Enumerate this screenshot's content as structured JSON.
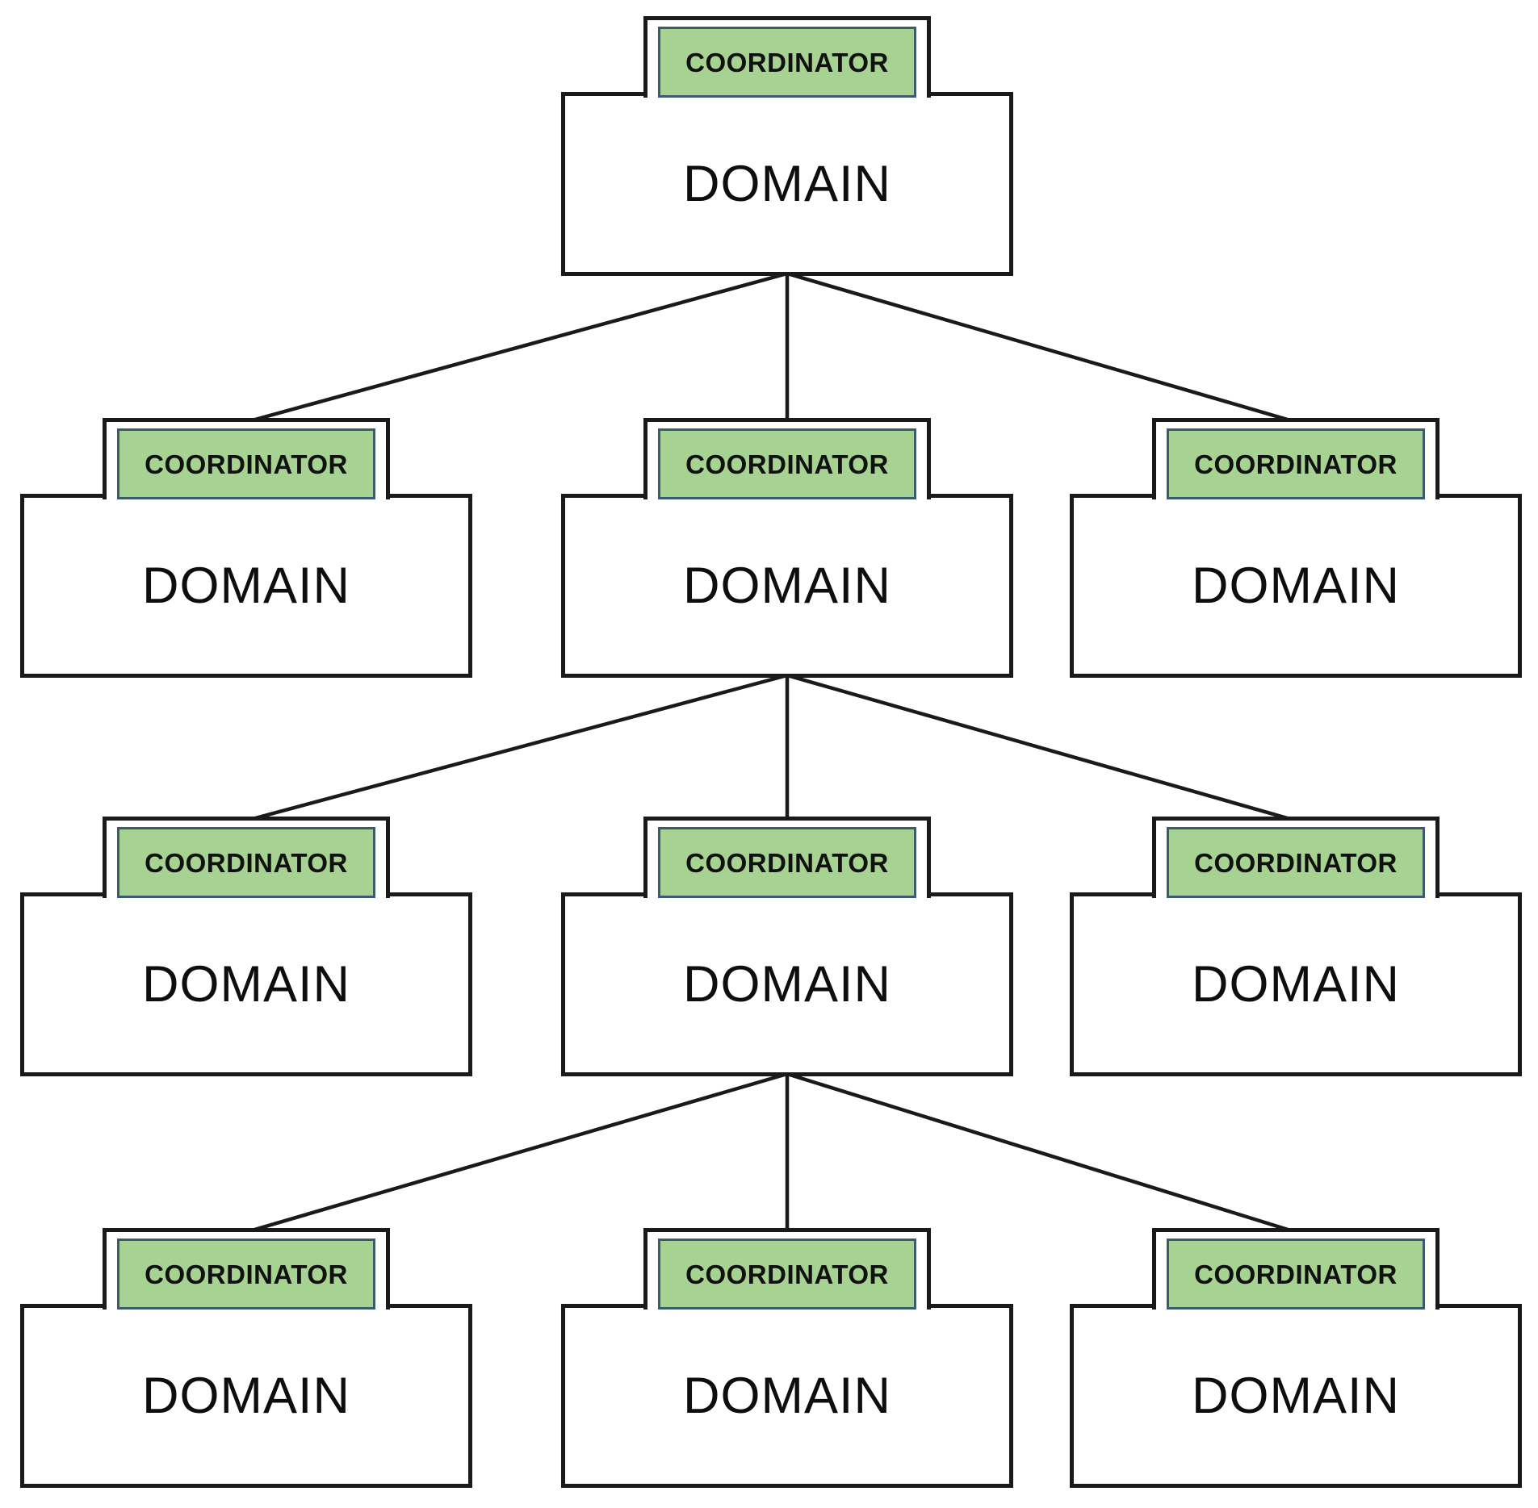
{
  "colors": {
    "canvas-bg": "#ffffff",
    "node-fill": "#ffffff",
    "node-border": "#1a1a1a",
    "connector": "#1a1a1a",
    "tab-fill": "#a6d392",
    "tab-border": "#3e5a6e",
    "tab-text": "#111111",
    "body-text": "#0e0e0e"
  },
  "nodes": [
    {
      "id": 0,
      "level": 1,
      "position": "center",
      "tab": "COORDINATOR",
      "label": "DOMAIN"
    },
    {
      "id": 1,
      "level": 2,
      "position": "left",
      "tab": "COORDINATOR",
      "label": "DOMAIN"
    },
    {
      "id": 2,
      "level": 2,
      "position": "middle",
      "tab": "COORDINATOR",
      "label": "DOMAIN"
    },
    {
      "id": 3,
      "level": 2,
      "position": "right",
      "tab": "COORDINATOR",
      "label": "DOMAIN"
    },
    {
      "id": 4,
      "level": 3,
      "position": "left",
      "tab": "COORDINATOR",
      "label": "DOMAIN"
    },
    {
      "id": 5,
      "level": 3,
      "position": "middle",
      "tab": "COORDINATOR",
      "label": "DOMAIN"
    },
    {
      "id": 6,
      "level": 3,
      "position": "right",
      "tab": "COORDINATOR",
      "label": "DOMAIN"
    },
    {
      "id": 7,
      "level": 4,
      "position": "left",
      "tab": "COORDINATOR",
      "label": "DOMAIN"
    },
    {
      "id": 8,
      "level": 4,
      "position": "middle",
      "tab": "COORDINATOR",
      "label": "DOMAIN"
    },
    {
      "id": 9,
      "level": 4,
      "position": "right",
      "tab": "COORDINATOR",
      "label": "DOMAIN"
    }
  ],
  "edges": [
    {
      "from": 0,
      "to": 1
    },
    {
      "from": 0,
      "to": 2
    },
    {
      "from": 0,
      "to": 3
    },
    {
      "from": 2,
      "to": 4
    },
    {
      "from": 2,
      "to": 5
    },
    {
      "from": 2,
      "to": 6
    },
    {
      "from": 5,
      "to": 7
    },
    {
      "from": 5,
      "to": 8
    },
    {
      "from": 5,
      "to": 9
    }
  ]
}
